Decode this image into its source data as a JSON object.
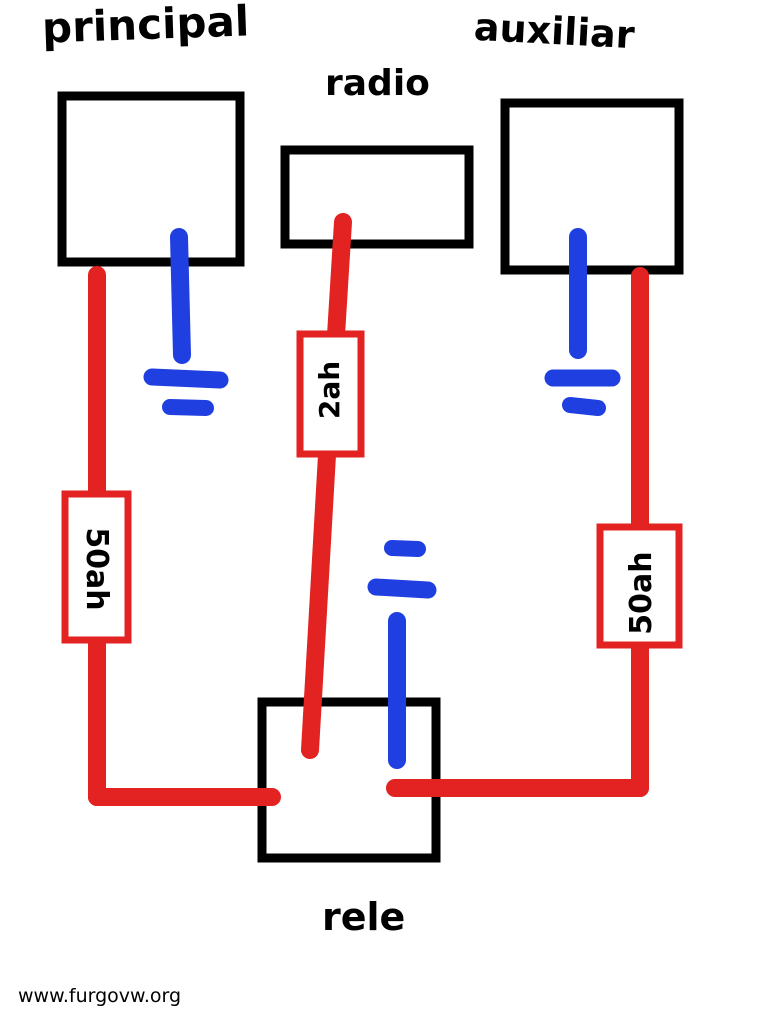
{
  "labels": {
    "principal": "principal",
    "radio": "radio",
    "auxiliar": "auxiliar",
    "rele": "rele"
  },
  "fuses": {
    "radio": "2ah",
    "principal": "50ah",
    "auxiliar": "50ah"
  },
  "watermark": "www.furgovw.org",
  "colors": {
    "positive_wire": "#e32222",
    "ground": "#1f3fe0",
    "outline": "#000000"
  }
}
